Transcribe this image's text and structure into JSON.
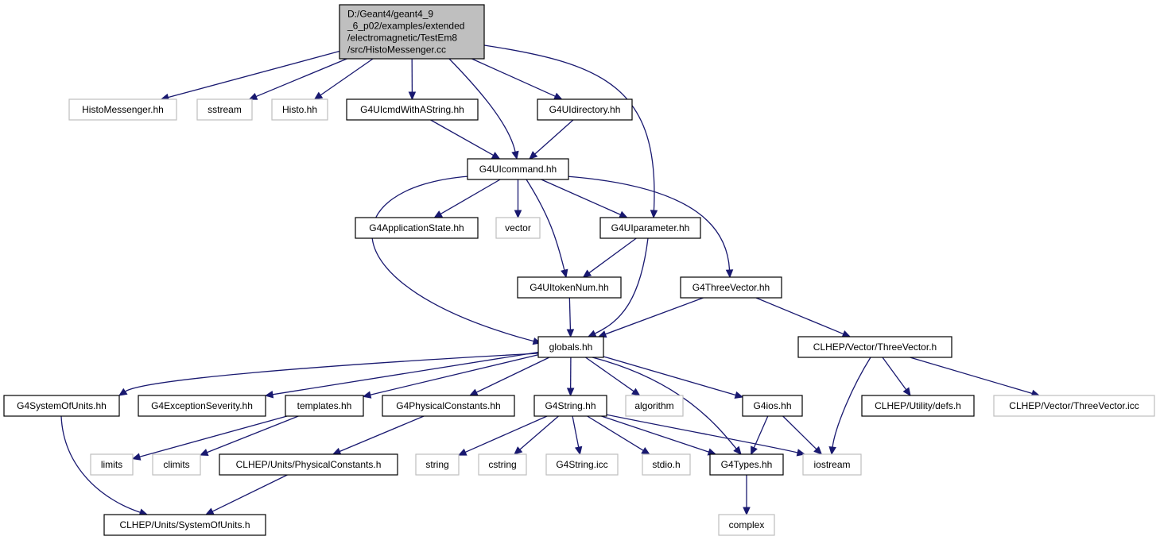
{
  "graph": {
    "root": {
      "id": "root",
      "lines": [
        "D:/Geant4/geant4_9",
        "_6_p02/examples/extended",
        "/electromagnetic/TestEm8",
        "/src/HistoMessenger.cc"
      ]
    },
    "nodes": [
      {
        "id": "HistoMessenger_hh",
        "label": "HistoMessenger.hh",
        "external": true
      },
      {
        "id": "sstream",
        "label": "sstream",
        "external": true
      },
      {
        "id": "Histo_hh",
        "label": "Histo.hh",
        "external": true
      },
      {
        "id": "G4UIcmdWithAString_hh",
        "label": "G4UIcmdWithAString.hh",
        "external": false
      },
      {
        "id": "G4UIdirectory_hh",
        "label": "G4UIdirectory.hh",
        "external": false
      },
      {
        "id": "G4UIcommand_hh",
        "label": "G4UIcommand.hh",
        "external": false
      },
      {
        "id": "G4ApplicationState_hh",
        "label": "G4ApplicationState.hh",
        "external": false
      },
      {
        "id": "vector",
        "label": "vector",
        "external": true
      },
      {
        "id": "G4UIparameter_hh",
        "label": "G4UIparameter.hh",
        "external": false
      },
      {
        "id": "G4UItokenNum_hh",
        "label": "G4UItokenNum.hh",
        "external": false
      },
      {
        "id": "G4ThreeVector_hh",
        "label": "G4ThreeVector.hh",
        "external": false
      },
      {
        "id": "globals_hh",
        "label": "globals.hh",
        "external": false
      },
      {
        "id": "CLHEP_ThreeVector_h",
        "label": "CLHEP/Vector/ThreeVector.h",
        "external": false
      },
      {
        "id": "G4SystemOfUnits_hh",
        "label": "G4SystemOfUnits.hh",
        "external": false
      },
      {
        "id": "G4ExceptionSeverity_hh",
        "label": "G4ExceptionSeverity.hh",
        "external": false
      },
      {
        "id": "templates_hh",
        "label": "templates.hh",
        "external": false
      },
      {
        "id": "G4PhysicalConstants_hh",
        "label": "G4PhysicalConstants.hh",
        "external": false
      },
      {
        "id": "G4String_hh",
        "label": "G4String.hh",
        "external": false
      },
      {
        "id": "algorithm",
        "label": "algorithm",
        "external": true
      },
      {
        "id": "G4ios_hh",
        "label": "G4ios.hh",
        "external": false
      },
      {
        "id": "CLHEP_defs_h",
        "label": "CLHEP/Utility/defs.h",
        "external": false
      },
      {
        "id": "CLHEP_ThreeVector_icc",
        "label": "CLHEP/Vector/ThreeVector.icc",
        "external": true
      },
      {
        "id": "limits",
        "label": "limits",
        "external": true
      },
      {
        "id": "climits",
        "label": "climits",
        "external": true
      },
      {
        "id": "CLHEP_PhysicalConstants_h",
        "label": "CLHEP/Units/PhysicalConstants.h",
        "external": false
      },
      {
        "id": "string",
        "label": "string",
        "external": true
      },
      {
        "id": "cstring",
        "label": "cstring",
        "external": true
      },
      {
        "id": "G4String_icc",
        "label": "G4String.icc",
        "external": true
      },
      {
        "id": "stdio_h",
        "label": "stdio.h",
        "external": true
      },
      {
        "id": "G4Types_hh",
        "label": "G4Types.hh",
        "external": false
      },
      {
        "id": "iostream",
        "label": "iostream",
        "external": true
      },
      {
        "id": "CLHEP_SystemOfUnits_h",
        "label": "CLHEP/Units/SystemOfUnits.h",
        "external": false
      },
      {
        "id": "complex",
        "label": "complex",
        "external": true
      }
    ],
    "edges": [
      [
        "root",
        "HistoMessenger_hh"
      ],
      [
        "root",
        "sstream"
      ],
      [
        "root",
        "Histo_hh"
      ],
      [
        "root",
        "G4UIcmdWithAString_hh"
      ],
      [
        "root",
        "G4UIdirectory_hh"
      ],
      [
        "root",
        "G4UIcommand_hh"
      ],
      [
        "root",
        "G4UIparameter_hh"
      ],
      [
        "G4UIcmdWithAString_hh",
        "G4UIcommand_hh"
      ],
      [
        "G4UIdirectory_hh",
        "G4UIcommand_hh"
      ],
      [
        "G4UIcommand_hh",
        "globals_hh"
      ],
      [
        "G4UIcommand_hh",
        "G4ApplicationState_hh"
      ],
      [
        "G4UIcommand_hh",
        "vector"
      ],
      [
        "G4UIcommand_hh",
        "G4UItokenNum_hh"
      ],
      [
        "G4UIcommand_hh",
        "G4UIparameter_hh"
      ],
      [
        "G4UIcommand_hh",
        "G4ThreeVector_hh"
      ],
      [
        "G4UIparameter_hh",
        "G4UItokenNum_hh"
      ],
      [
        "G4UIparameter_hh",
        "globals_hh"
      ],
      [
        "G4UItokenNum_hh",
        "globals_hh"
      ],
      [
        "G4ThreeVector_hh",
        "globals_hh"
      ],
      [
        "G4ThreeVector_hh",
        "CLHEP_ThreeVector_h"
      ],
      [
        "globals_hh",
        "G4SystemOfUnits_hh"
      ],
      [
        "globals_hh",
        "G4ExceptionSeverity_hh"
      ],
      [
        "globals_hh",
        "templates_hh"
      ],
      [
        "globals_hh",
        "G4PhysicalConstants_hh"
      ],
      [
        "globals_hh",
        "G4String_hh"
      ],
      [
        "globals_hh",
        "algorithm"
      ],
      [
        "globals_hh",
        "G4ios_hh"
      ],
      [
        "globals_hh",
        "G4Types_hh"
      ],
      [
        "CLHEP_ThreeVector_h",
        "iostream"
      ],
      [
        "CLHEP_ThreeVector_h",
        "CLHEP_defs_h"
      ],
      [
        "CLHEP_ThreeVector_h",
        "CLHEP_ThreeVector_icc"
      ],
      [
        "G4SystemOfUnits_hh",
        "CLHEP_SystemOfUnits_h"
      ],
      [
        "templates_hh",
        "limits"
      ],
      [
        "templates_hh",
        "climits"
      ],
      [
        "G4PhysicalConstants_hh",
        "CLHEP_PhysicalConstants_h"
      ],
      [
        "CLHEP_PhysicalConstants_h",
        "CLHEP_SystemOfUnits_h"
      ],
      [
        "G4String_hh",
        "string"
      ],
      [
        "G4String_hh",
        "cstring"
      ],
      [
        "G4String_hh",
        "G4String_icc"
      ],
      [
        "G4String_hh",
        "stdio_h"
      ],
      [
        "G4String_hh",
        "G4Types_hh"
      ],
      [
        "G4String_hh",
        "iostream"
      ],
      [
        "G4ios_hh",
        "G4Types_hh"
      ],
      [
        "G4ios_hh",
        "iostream"
      ],
      [
        "G4Types_hh",
        "complex"
      ]
    ],
    "colors": {
      "edge": "#191970",
      "node_border": "#000000",
      "external_border": "#bfbfbf",
      "root_fill": "#bfbfbf"
    }
  }
}
